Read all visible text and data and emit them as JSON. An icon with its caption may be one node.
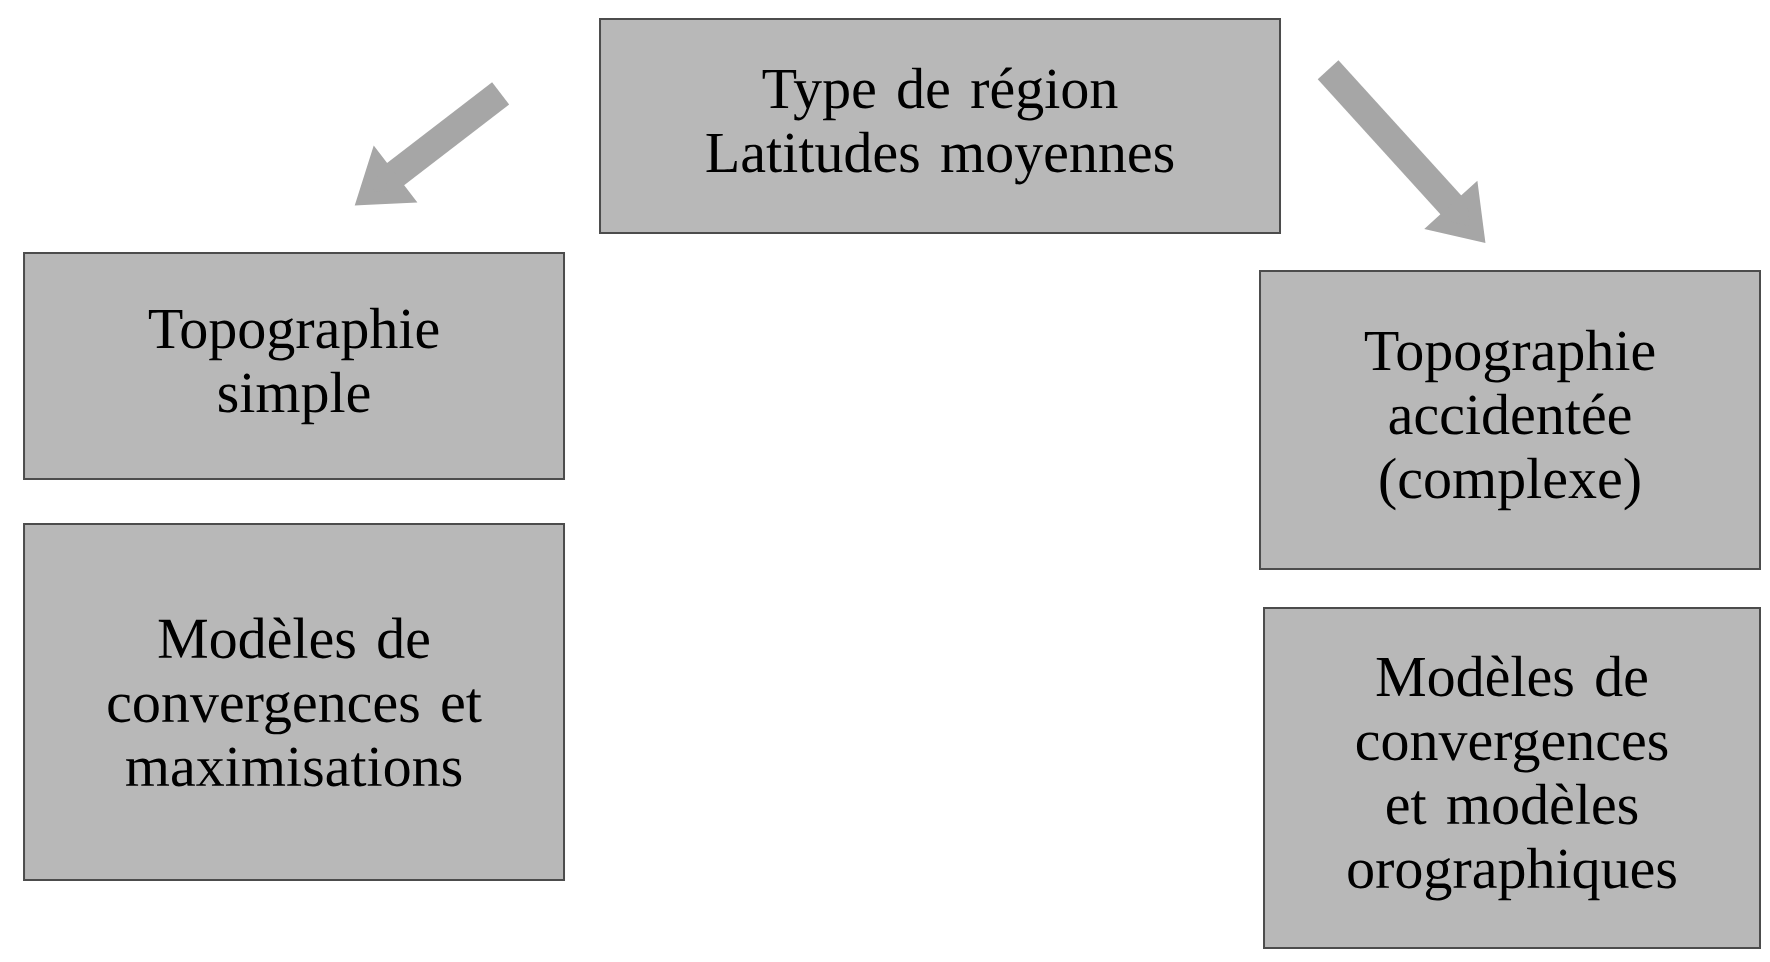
{
  "diagram": {
    "nodes": [
      {
        "text": [
          "Type de région",
          "Latitudes moyennes"
        ]
      },
      {
        "text": [
          "Topographie simple"
        ]
      },
      {
        "text": [
          "Modèles de convergences et maximisations"
        ]
      },
      {
        "text": [
          "Topographie accidentée (complexe)"
        ]
      },
      {
        "text": [
          "Modèles de convergences et modèles orographiques"
        ]
      }
    ],
    "edges": [
      {
        "from": 0,
        "to": 1,
        "arrow": "to"
      },
      {
        "from": 0,
        "to": 3,
        "arrow": "to"
      }
    ]
  }
}
